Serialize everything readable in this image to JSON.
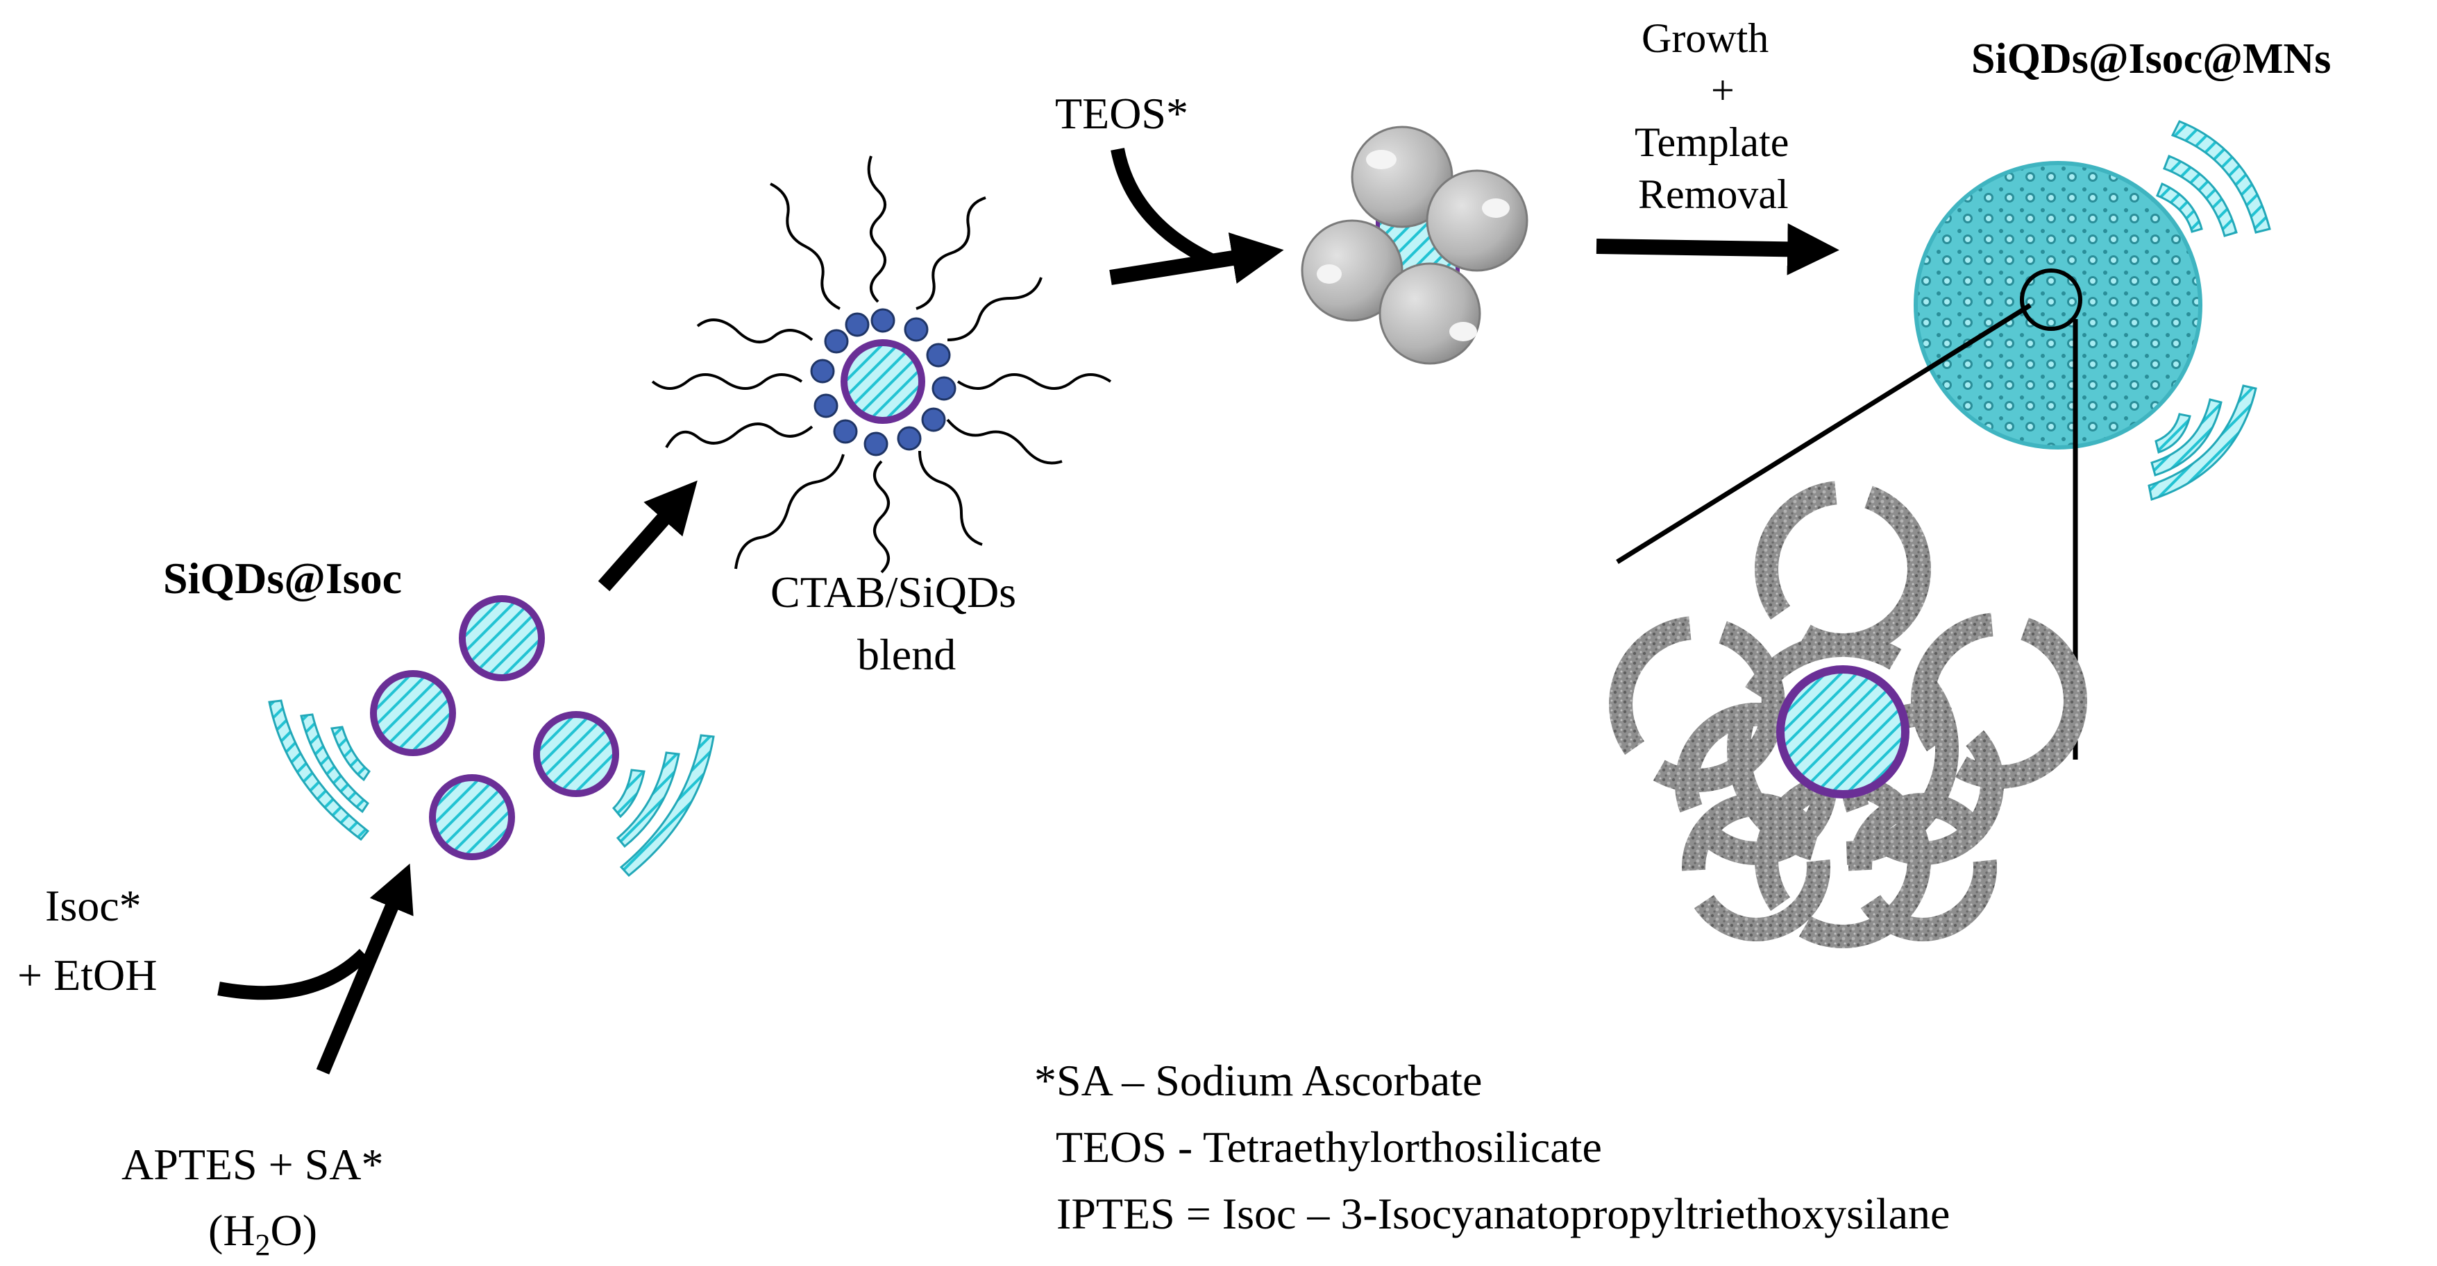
{
  "labels": {
    "siqds_isoc": "SiQDs@Isoc",
    "isoc_line1": "Isoc*",
    "isoc_line2": "+ EtOH",
    "aptes_line1": "APTES + SA*",
    "aptes_line2_prefix": "(H",
    "aptes_line2_sub": "2",
    "aptes_line2_suffix": "O)",
    "ctab_line1": "CTAB/SiQDs",
    "ctab_line2": "blend",
    "teos": "TEOS*",
    "growth_line1": "Growth",
    "growth_line2": "+",
    "growth_line3": "Template",
    "growth_line4": "Removal",
    "final_product": "SiQDs@Isoc@MNs"
  },
  "legend": {
    "line1": "*SA – Sodium Ascorbate",
    "line2": "  TEOS - Tetraethylorthosilicate",
    "line3": "  IPTES = Isoc – 3-Isocyanatopropyltriethoxysilane"
  },
  "colors": {
    "qd_fill": "#7fe3ec",
    "qd_border": "#6a2f96",
    "ctab_head": "#3f5fb0",
    "silica_gray": "#8a8a8a",
    "mns_cyan": "#4cc9d4"
  }
}
